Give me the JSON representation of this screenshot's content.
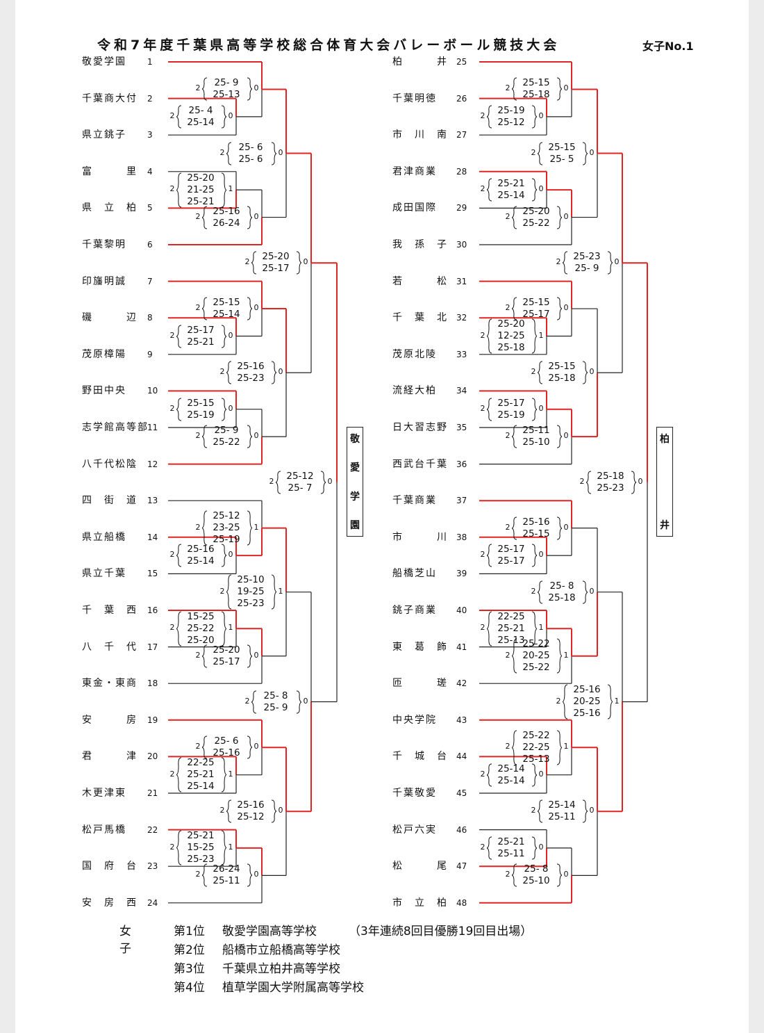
{
  "title": "令和7年度千葉県高等学校総合体育大会バレーボール競技大会",
  "division": "女子No.1",
  "teams": [
    {
      "num": "1",
      "name": "敬愛学園"
    },
    {
      "num": "2",
      "name": "千葉商大付"
    },
    {
      "num": "3",
      "name": "県立銚子"
    },
    {
      "num": "4",
      "name": "富　　　里"
    },
    {
      "num": "5",
      "name": "県　立　柏"
    },
    {
      "num": "6",
      "name": "千葉黎明"
    },
    {
      "num": "7",
      "name": "印旛明誠"
    },
    {
      "num": "8",
      "name": "磯　　　辺"
    },
    {
      "num": "9",
      "name": "茂原樟陽"
    },
    {
      "num": "10",
      "name": "野田中央"
    },
    {
      "num": "11",
      "name": "志学館高等部"
    },
    {
      "num": "12",
      "name": "八千代松陰"
    },
    {
      "num": "13",
      "name": "四　街　道"
    },
    {
      "num": "14",
      "name": "県立船橋"
    },
    {
      "num": "15",
      "name": "県立千葉"
    },
    {
      "num": "16",
      "name": "千　葉　西"
    },
    {
      "num": "17",
      "name": "八　千　代"
    },
    {
      "num": "18",
      "name": "東金・東商"
    },
    {
      "num": "19",
      "name": "安　　　房"
    },
    {
      "num": "20",
      "name": "君　　　津"
    },
    {
      "num": "21",
      "name": "木更津東"
    },
    {
      "num": "22",
      "name": "松戸馬橋"
    },
    {
      "num": "23",
      "name": "国　府　台"
    },
    {
      "num": "24",
      "name": "安　房　西"
    },
    {
      "num": "25",
      "name": "柏　　　井"
    },
    {
      "num": "26",
      "name": "千葉明徳"
    },
    {
      "num": "27",
      "name": "市　川　南"
    },
    {
      "num": "28",
      "name": "君津商業"
    },
    {
      "num": "29",
      "name": "成田国際"
    },
    {
      "num": "30",
      "name": "我　孫　子"
    },
    {
      "num": "31",
      "name": "若　　　松"
    },
    {
      "num": "32",
      "name": "千　葉　北"
    },
    {
      "num": "33",
      "name": "茂原北陵"
    },
    {
      "num": "34",
      "name": "流経大柏"
    },
    {
      "num": "35",
      "name": "日大習志野"
    },
    {
      "num": "36",
      "name": "西武台千葉"
    },
    {
      "num": "37",
      "name": "千葉商業"
    },
    {
      "num": "38",
      "name": "市　　　川"
    },
    {
      "num": "39",
      "name": "船橋芝山"
    },
    {
      "num": "40",
      "name": "銚子商業"
    },
    {
      "num": "41",
      "name": "東　葛　飾"
    },
    {
      "num": "42",
      "name": "匝　　　瑳"
    },
    {
      "num": "43",
      "name": "中央学院"
    },
    {
      "num": "44",
      "name": "千　城　台"
    },
    {
      "num": "45",
      "name": "千葉敬愛"
    },
    {
      "num": "46",
      "name": "松戸六実"
    },
    {
      "num": "47",
      "name": "松　　　尾"
    },
    {
      "num": "48",
      "name": "市　立　柏"
    }
  ],
  "matches": [
    {
      "id": "m2-3",
      "w": "2",
      "l": "0",
      "sets": [
        "25- 4",
        "25-14"
      ]
    },
    {
      "id": "m1-23",
      "w": "2",
      "l": "0",
      "sets": [
        "25- 9",
        "25-13"
      ]
    },
    {
      "id": "m4-5",
      "w": "2",
      "l": "1",
      "sets": [
        "25-20",
        "21-25",
        "25-21"
      ]
    },
    {
      "id": "m45-6",
      "w": "2",
      "l": "0",
      "sets": [
        "25-16",
        "26-24"
      ]
    },
    {
      "id": "m123-456",
      "w": "2",
      "l": "0",
      "sets": [
        "25- 6",
        "25- 6"
      ]
    },
    {
      "id": "m8-9",
      "w": "2",
      "l": "0",
      "sets": [
        "25-17",
        "25-21"
      ]
    },
    {
      "id": "m7-89",
      "w": "2",
      "l": "0",
      "sets": [
        "25-15",
        "25-14"
      ]
    },
    {
      "id": "m10-11",
      "w": "2",
      "l": "0",
      "sets": [
        "25-15",
        "25-19"
      ]
    },
    {
      "id": "m1011-12",
      "w": "2",
      "l": "0",
      "sets": [
        "25- 9",
        "25-22"
      ]
    },
    {
      "id": "m789-101112",
      "w": "2",
      "l": "0",
      "sets": [
        "25-16",
        "25-23"
      ]
    },
    {
      "id": "mA-B",
      "w": "2",
      "l": "0",
      "sets": [
        "25-20",
        "25-17"
      ]
    },
    {
      "id": "m14-15",
      "w": "2",
      "l": "0",
      "sets": [
        "25-16",
        "25-14"
      ]
    },
    {
      "id": "m13-1415",
      "w": "2",
      "l": "1",
      "sets": [
        "25-12",
        "23-25",
        "25-19"
      ]
    },
    {
      "id": "m16-17",
      "w": "2",
      "l": "1",
      "sets": [
        "15-25",
        "25-22",
        "25-20"
      ]
    },
    {
      "id": "m1617-18",
      "w": "2",
      "l": "0",
      "sets": [
        "25-20",
        "25-17"
      ]
    },
    {
      "id": "m131415-161718",
      "w": "2",
      "l": "1",
      "sets": [
        "25-10",
        "19-25",
        "25-23"
      ]
    },
    {
      "id": "m20-21",
      "w": "2",
      "l": "1",
      "sets": [
        "22-25",
        "25-21",
        "25-14"
      ]
    },
    {
      "id": "m19-2021",
      "w": "2",
      "l": "0",
      "sets": [
        "25- 6",
        "25-16"
      ]
    },
    {
      "id": "m22-23",
      "w": "2",
      "l": "1",
      "sets": [
        "25-21",
        "15-25",
        "25-23"
      ]
    },
    {
      "id": "m2223-24",
      "w": "2",
      "l": "0",
      "sets": [
        "26-24",
        "25-11"
      ]
    },
    {
      "id": "m192021-222324",
      "w": "2",
      "l": "0",
      "sets": [
        "25-16",
        "25-12"
      ]
    },
    {
      "id": "mC-D",
      "w": "2",
      "l": "0",
      "sets": [
        "25- 8",
        "25- 9"
      ]
    },
    {
      "id": "mLF",
      "w": "2",
      "l": "0",
      "sets": [
        "25-12",
        "25- 7"
      ]
    },
    {
      "id": "m26-27",
      "w": "2",
      "l": "0",
      "sets": [
        "25-19",
        "25-12"
      ]
    },
    {
      "id": "m25-2627",
      "w": "2",
      "l": "0",
      "sets": [
        "25-15",
        "25-18"
      ]
    },
    {
      "id": "m28-29",
      "w": "2",
      "l": "0",
      "sets": [
        "25-21",
        "25-14"
      ]
    },
    {
      "id": "m2829-30",
      "w": "2",
      "l": "0",
      "sets": [
        "25-20",
        "25-22"
      ]
    },
    {
      "id": "m252627-282930",
      "w": "2",
      "l": "0",
      "sets": [
        "25-15",
        "25- 5"
      ]
    },
    {
      "id": "m32-33",
      "w": "2",
      "l": "1",
      "sets": [
        "25-20",
        "12-25",
        "25-18"
      ]
    },
    {
      "id": "m31-3233",
      "w": "2",
      "l": "0",
      "sets": [
        "25-15",
        "25-17"
      ]
    },
    {
      "id": "m34-35",
      "w": "2",
      "l": "0",
      "sets": [
        "25-17",
        "25-19"
      ]
    },
    {
      "id": "m3435-36",
      "w": "2",
      "l": "0",
      "sets": [
        "25-11",
        "25-10"
      ]
    },
    {
      "id": "m313233-343536",
      "w": "2",
      "l": "0",
      "sets": [
        "25-15",
        "25-18"
      ]
    },
    {
      "id": "mE-F",
      "w": "2",
      "l": "0",
      "sets": [
        "25-23",
        "25- 9"
      ]
    },
    {
      "id": "m38-39",
      "w": "2",
      "l": "0",
      "sets": [
        "25-17",
        "25-17"
      ]
    },
    {
      "id": "m37-3839",
      "w": "2",
      "l": "0",
      "sets": [
        "25-16",
        "25-15"
      ]
    },
    {
      "id": "m40-41",
      "w": "2",
      "l": "1",
      "sets": [
        "22-25",
        "25-21",
        "25-13"
      ]
    },
    {
      "id": "m4041-42",
      "w": "2",
      "l": "1",
      "sets": [
        "25-22",
        "20-25",
        "25-22"
      ]
    },
    {
      "id": "m373839-404142",
      "w": "2",
      "l": "0",
      "sets": [
        "25- 8",
        "25-18"
      ]
    },
    {
      "id": "m44-45",
      "w": "2",
      "l": "0",
      "sets": [
        "25-14",
        "25-14"
      ]
    },
    {
      "id": "m43-4445",
      "w": "2",
      "l": "1",
      "sets": [
        "25-22",
        "22-25",
        "25-13"
      ]
    },
    {
      "id": "m46-47",
      "w": "2",
      "l": "0",
      "sets": [
        "25-21",
        "25-11"
      ]
    },
    {
      "id": "m4647-48",
      "w": "2",
      "l": "0",
      "sets": [
        "25- 8",
        "25-10"
      ]
    },
    {
      "id": "m434445-464748",
      "w": "2",
      "l": "0",
      "sets": [
        "25-14",
        "25-11"
      ]
    },
    {
      "id": "mG-H",
      "w": "2",
      "l": "1",
      "sets": [
        "25-16",
        "20-25",
        "25-16"
      ]
    },
    {
      "id": "mRF",
      "w": "2",
      "l": "0",
      "sets": [
        "25-18",
        "25-23"
      ]
    }
  ],
  "champions": {
    "left": [
      "敬",
      "愛",
      "学",
      "園"
    ],
    "right": [
      "柏",
      "井"
    ]
  },
  "results": {
    "category": "女子",
    "rows": [
      {
        "place": "第1位",
        "school": "敬愛学園高等学校",
        "note": "（3年連続8回目優勝19回目出場）"
      },
      {
        "place": "第2位",
        "school": "船橋市立船橋高等学校",
        "note": ""
      },
      {
        "place": "第3位",
        "school": "千葉県立柏井高等学校",
        "note": ""
      },
      {
        "place": "第4位",
        "school": "植草学園大学附属高等学校",
        "note": ""
      }
    ]
  },
  "colors": {
    "winner": "#e02424",
    "loser": "#222222",
    "paper": "#ffffff",
    "background": "#ececec"
  }
}
